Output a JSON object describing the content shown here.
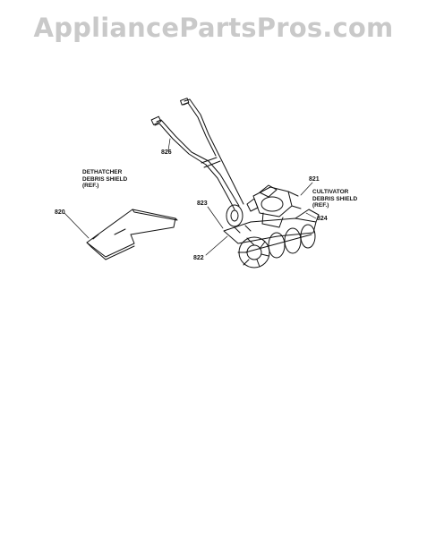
{
  "watermark": "AppliancePartsPros.com",
  "callouts": {
    "c820": "820",
    "c826": "826",
    "c821": "821",
    "c823": "823",
    "c824": "824",
    "c822": "822"
  },
  "labels": {
    "dethatcher": [
      "DETHATCHER",
      "DEBRIS SHIELD",
      "(REF.)"
    ],
    "cultivator": [
      "CULTIVATOR",
      "DEBRIS SHIELD",
      "(REF.)"
    ]
  }
}
